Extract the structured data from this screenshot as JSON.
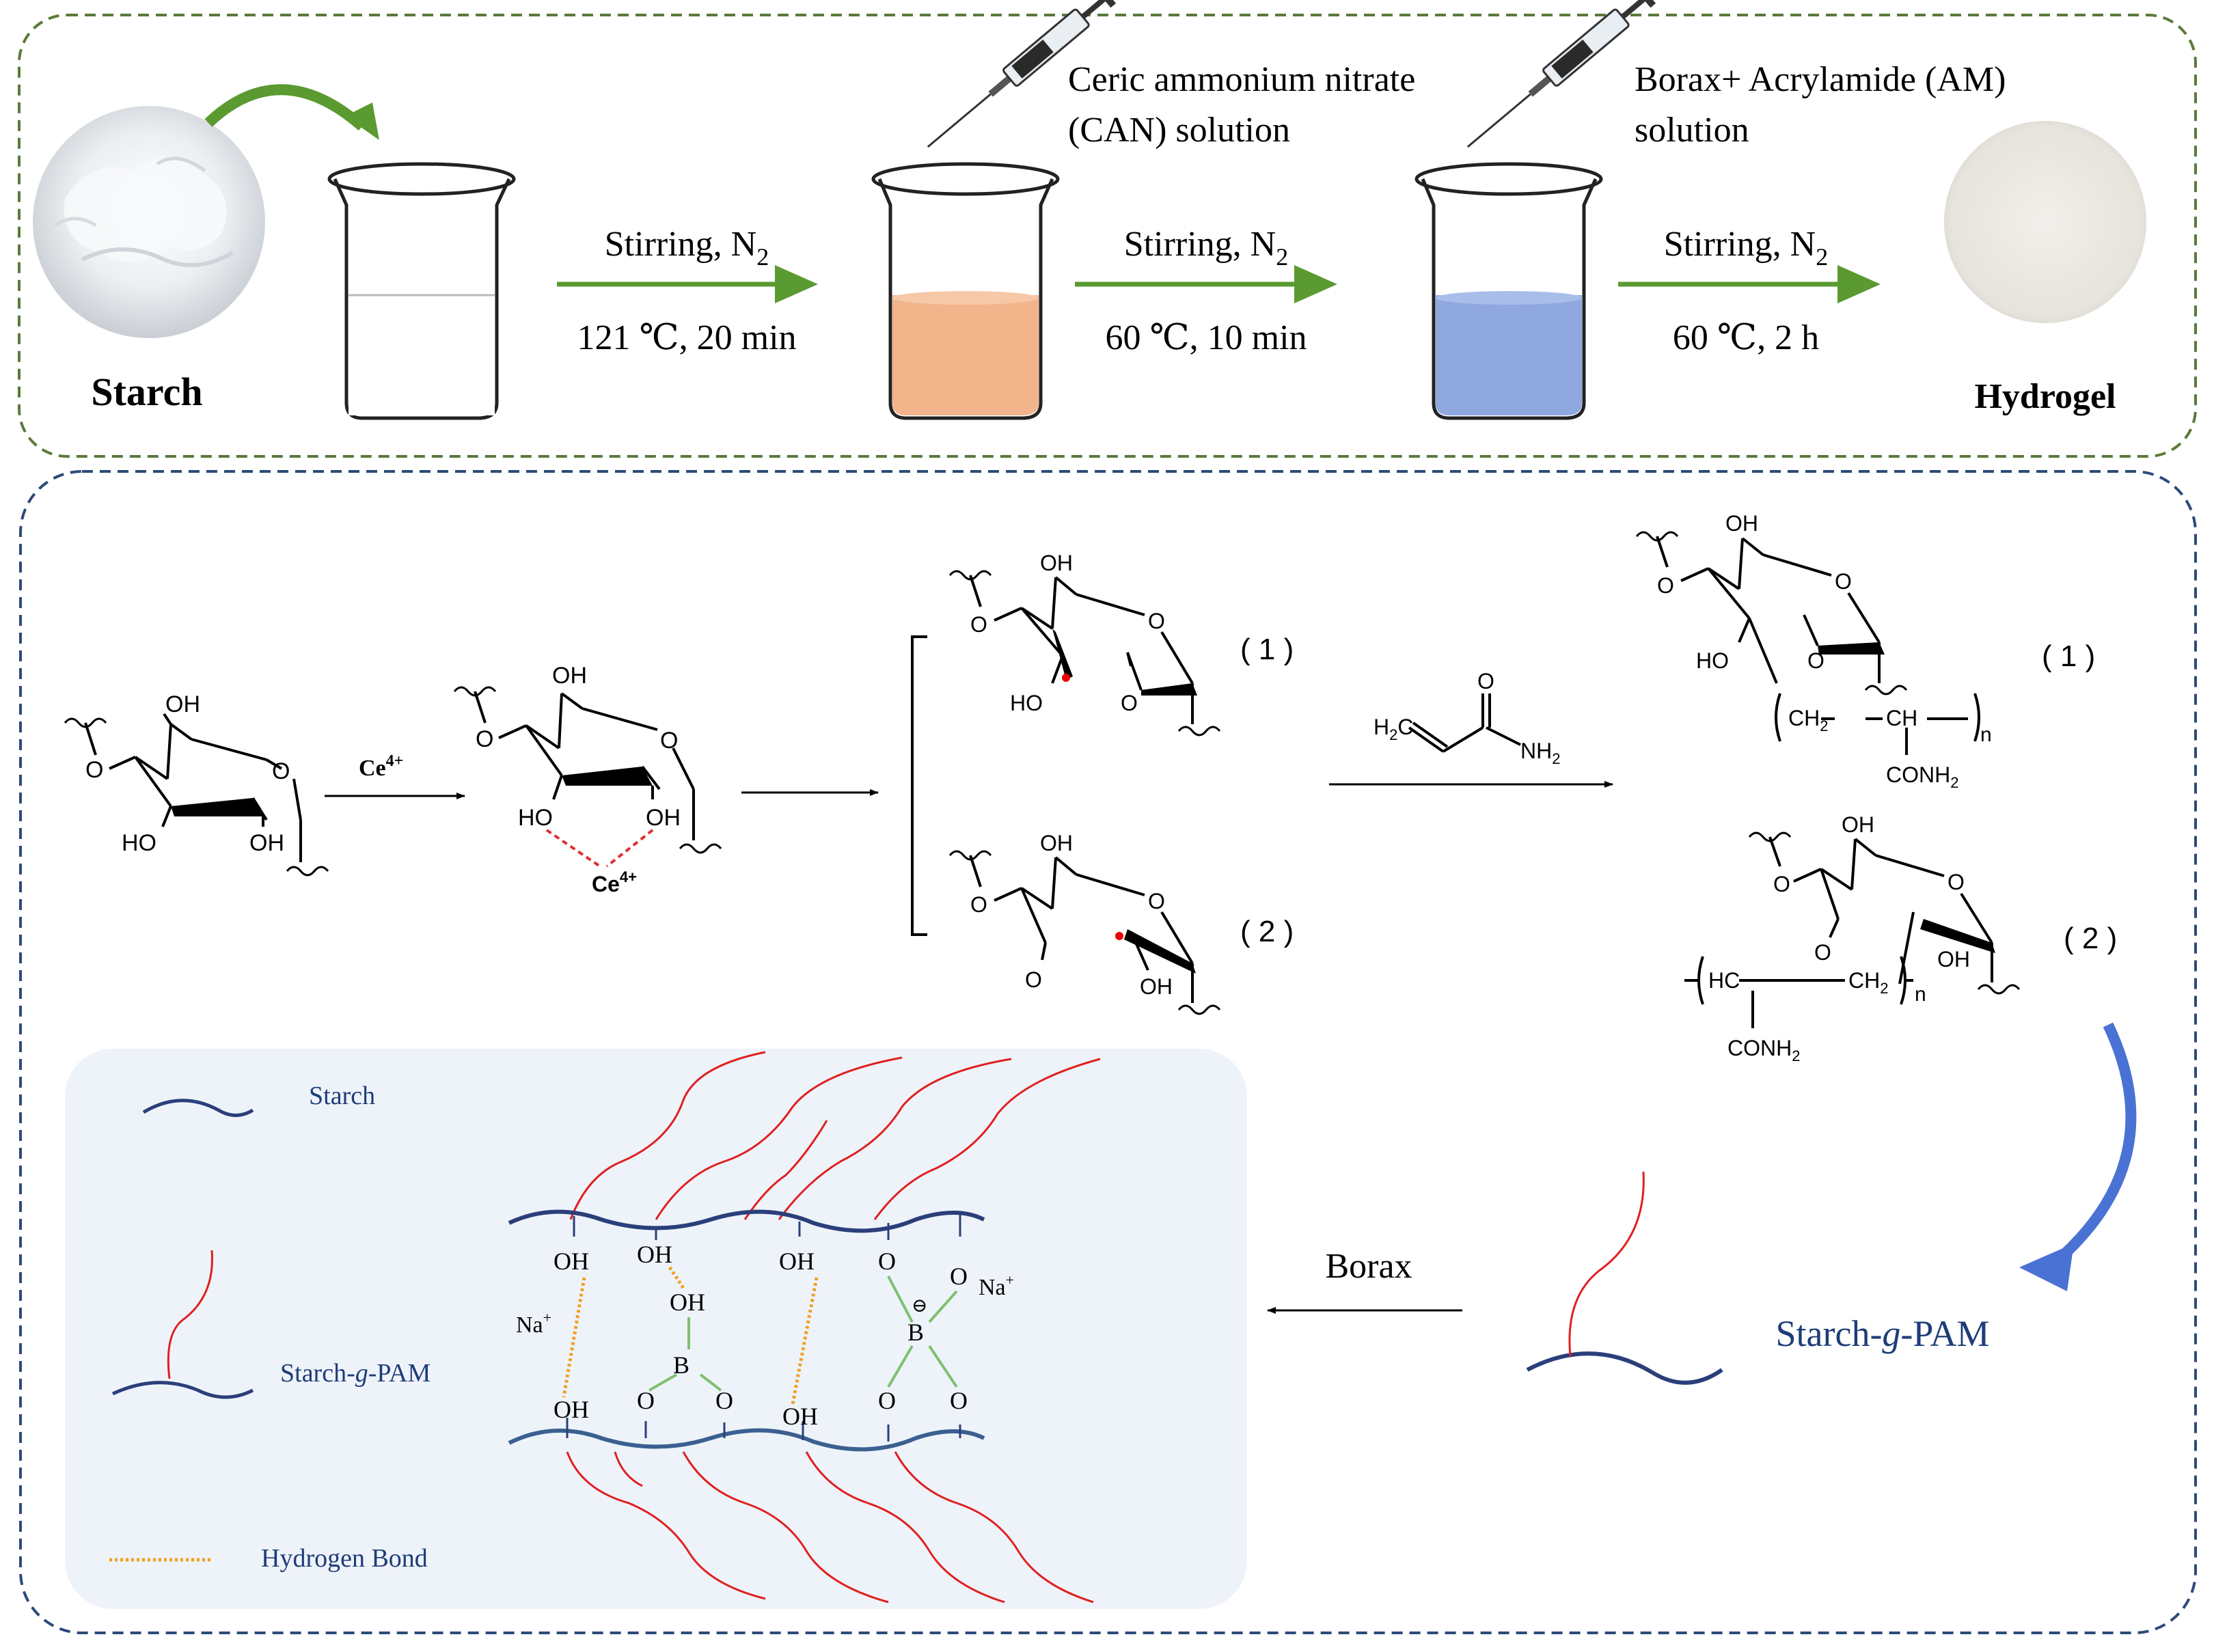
{
  "process": {
    "starch_label": "Starch",
    "hydrogel_label": "Hydrogel",
    "step1": {
      "top": "Stirring, N",
      "sub": "2",
      "bottom": "121 ℃, 20 min"
    },
    "step2": {
      "top": "Stirring, N",
      "sub": "2",
      "bottom": "60 ℃, 10 min"
    },
    "step3": {
      "top": "Stirring, N",
      "sub": "2",
      "bottom": "60 ℃, 2 h"
    },
    "syringe1_line1": "Ceric ammonium nitrate",
    "syringe1_line2": "(CAN)  solution",
    "syringe2_line1": "Borax+ Acrylamide (AM)",
    "syringe2_line2": "solution",
    "colors": {
      "green_box": "#5a7a3a",
      "blue_box": "#2e4a7a",
      "arrow_green": "#5a9a30",
      "beaker_orange": "#f2b48a",
      "beaker_blue": "#8fa8e0"
    }
  },
  "mechanism": {
    "ce_reagent": "Ce",
    "ce_charge": "4+",
    "ce_complex": "Ce",
    "ce_complex_charge": "4+",
    "label_1": "( 1 )",
    "label_2": "( 2 )",
    "label_1b": "( 1 )",
    "label_2b": "( 2 )",
    "am_h2c": "H",
    "am_h2c_sub": "2",
    "am_h2c_c": "C",
    "am_o": "O",
    "am_nh2": "NH",
    "am_nh2_sub": "2",
    "oh": "OH",
    "ho": "HO",
    "o": "O",
    "ch2": "CH",
    "ch2_sub": "2",
    "ch": "CH",
    "hc": "HC",
    "conh2": "CONH",
    "conh2_sub": "2",
    "n": "n"
  },
  "network": {
    "legend_starch": "Starch",
    "legend_graft": "Starch-g-PAM",
    "legend_hbond": "Hydrogen Bond",
    "oh": "OH",
    "o": "O",
    "b": "B",
    "na": "Na",
    "na_charge": "+",
    "minus": "⊖",
    "borax": "Borax",
    "starch_g_pam": "Starch-",
    "starch_g_pam_g": "g",
    "starch_g_pam_end": "-PAM"
  }
}
